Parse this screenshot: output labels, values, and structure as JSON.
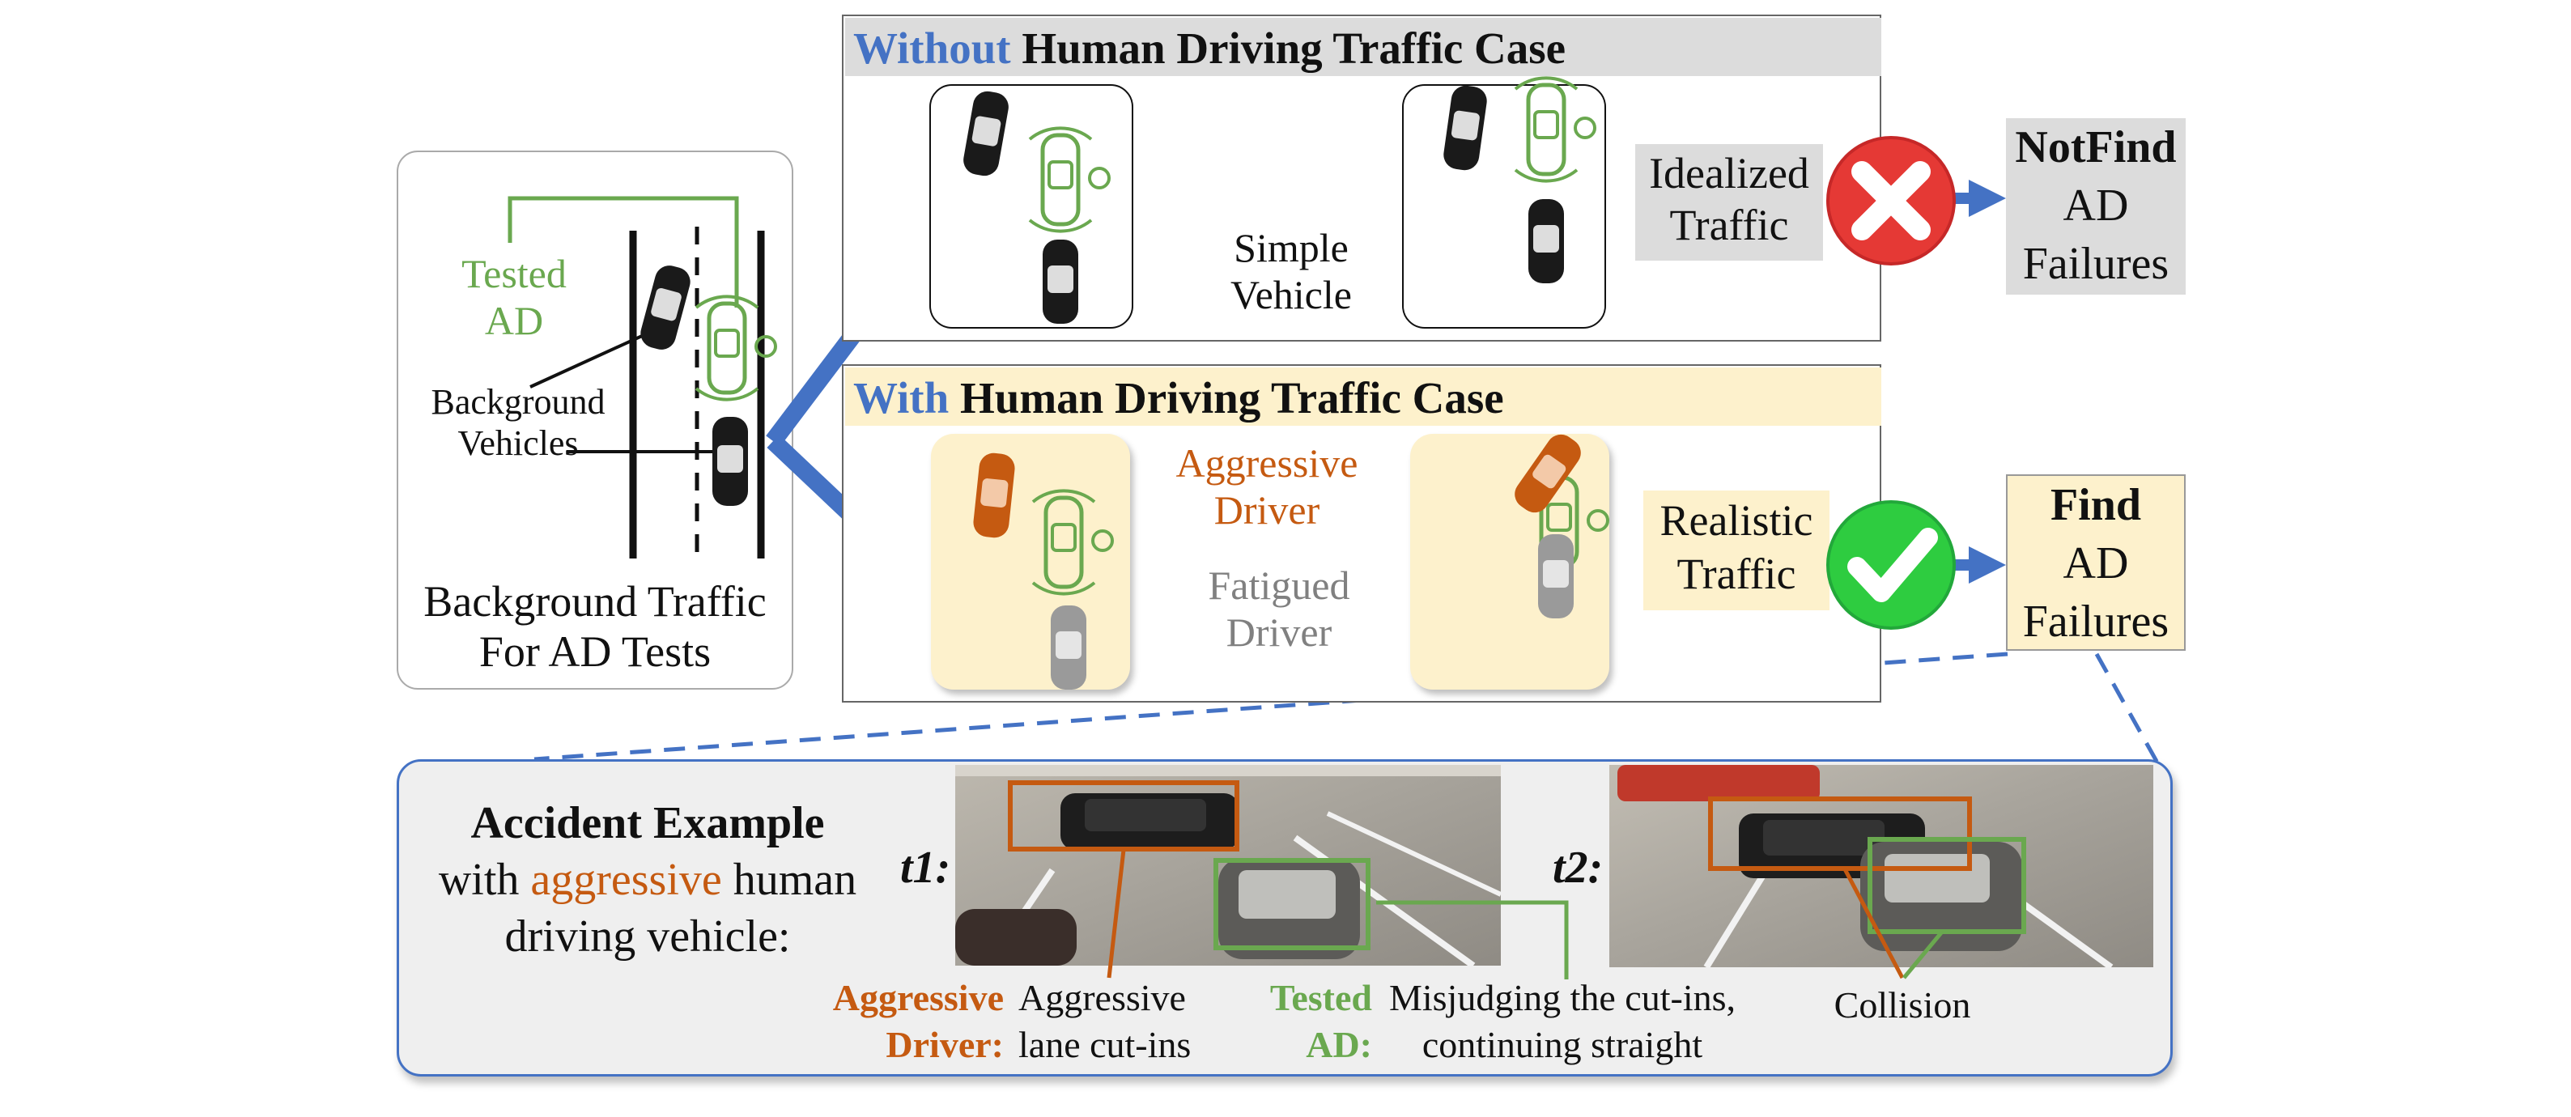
{
  "left_panel": {
    "tested_ad_label": [
      "Tested",
      "AD"
    ],
    "background_vehicles_label": [
      "Background",
      "Vehicles"
    ],
    "caption": [
      "Background Traffic",
      "For AD Tests"
    ]
  },
  "without_case": {
    "title_highlight": "Without",
    "title_rest": "Human Driving Traffic Case",
    "simple_vehicle": [
      "Simple",
      "Vehicle"
    ],
    "traffic_label": [
      "Idealized",
      "Traffic"
    ],
    "result": {
      "bold": "NotFind",
      "line2": "AD",
      "line3": "Failures"
    }
  },
  "with_case": {
    "title_highlight": "With",
    "title_rest": "Human Driving Traffic Case",
    "aggressive_driver": [
      "Aggressive",
      "Driver"
    ],
    "fatigued_driver": [
      "Fatigued",
      "Driver"
    ],
    "traffic_label": [
      "Realistic",
      "Traffic"
    ],
    "result": {
      "bold": "Find",
      "line2": "AD",
      "line3": "Failures"
    }
  },
  "accident": {
    "title": "Accident Example",
    "line2_pre": "with",
    "line2_highlight": "aggressive",
    "line2_post": "human",
    "line3": "driving vehicle:",
    "t1": "t1:",
    "t2": "t2:",
    "aggressive_label": [
      "Aggressive",
      "Driver:"
    ],
    "aggressive_desc": [
      "Aggressive",
      "lane cut-ins"
    ],
    "tested_label": [
      "Tested",
      "AD:"
    ],
    "tested_desc": [
      "Misjudging the cut-ins,",
      "continuing straight"
    ],
    "collision": "Collision"
  },
  "colors": {
    "blue": "#4472c4",
    "green": "#6aa84f",
    "orange": "#c55a11",
    "gray_text": "#808080",
    "cream": "#fdf1cc",
    "gray_box": "#dcdcdc",
    "red_badge": "#e53935",
    "green_badge": "#2ecc40"
  }
}
